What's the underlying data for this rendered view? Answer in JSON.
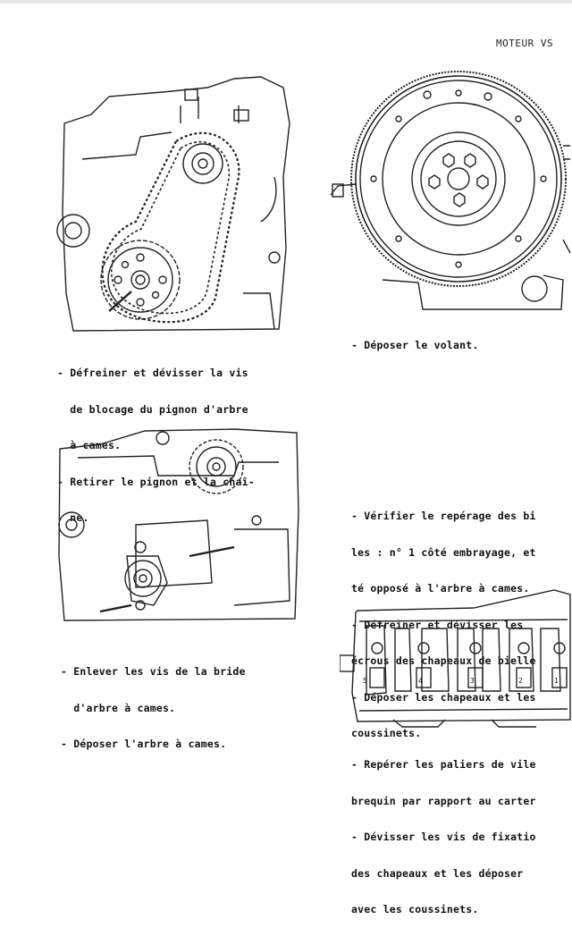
{
  "header": {
    "title": "MOTEUR VS"
  },
  "figures": {
    "fig1": {
      "name": "timing-chain-figure"
    },
    "fig2": {
      "name": "camshaft-flange-figure"
    },
    "fig3": {
      "name": "flywheel-figure"
    },
    "fig4": {
      "name": "crankshaft-figure",
      "bearing_numbers": [
        "5",
        "4",
        "3",
        "2",
        "1"
      ]
    }
  },
  "captions": {
    "left_top": [
      "- Défreiner et dévisser la vis",
      "  de blocage du pignon d'arbre",
      "  à cames.",
      "- Retirer le pignon et la chaî-",
      "  ne."
    ],
    "left_bottom": [
      "- Enlever les vis de la bride",
      "  d'arbre à cames.",
      "- Déposer l'arbre à cames."
    ],
    "right_top": [
      "- Déposer le volant."
    ],
    "right_middle": [
      "- Vérifier le repérage des bi",
      "les : n° 1 côté embrayage, et",
      "té opposé à l'arbre à cames.",
      "- Défreiner et dévisser les",
      "écrous des chapeaux de bielle",
      "- Déposer les chapeaux et les",
      "coussinets."
    ],
    "right_bottom": [
      "- Repérer les paliers de vile",
      "brequin par rapport au carter",
      "- Dévisser les vis de fixatio",
      "des chapeaux et les déposer",
      "avec les coussinets."
    ]
  }
}
